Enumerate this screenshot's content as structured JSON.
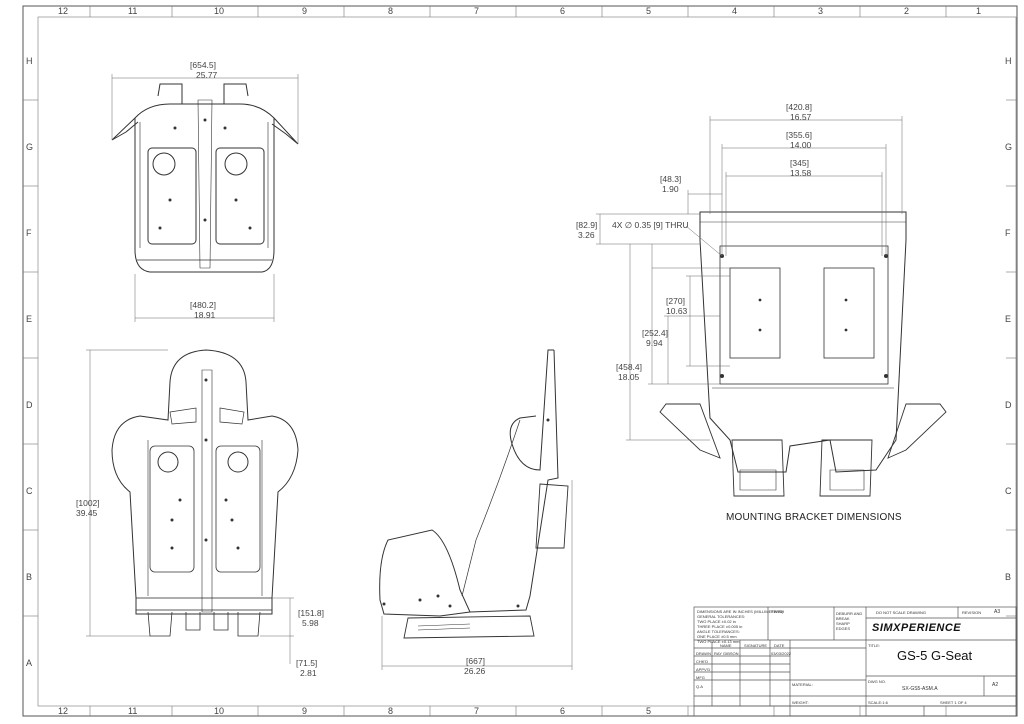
{
  "border": {
    "columns": [
      "12",
      "11",
      "10",
      "9",
      "8",
      "7",
      "6",
      "5",
      "4",
      "3",
      "2",
      "1"
    ],
    "rows": [
      "H",
      "G",
      "F",
      "E",
      "D",
      "C",
      "B",
      "A"
    ]
  },
  "views": {
    "top": {
      "width_mm": "654.5",
      "width_in": "25.77",
      "base_mm": "480.2",
      "base_in": "18.91"
    },
    "front": {
      "height_mm": "1002",
      "height_in": "39.45",
      "base_mm": "151.8",
      "base_in": "5.98",
      "foot_mm": "71.5",
      "foot_in": "2.81"
    },
    "side": {
      "length_mm": "667",
      "length_in": "26.26"
    },
    "bracket": {
      "title": "MOUNTING BRACKET DIMENSIONS",
      "w1_mm": "420.8",
      "w1_in": "16.57",
      "w2_mm": "355.6",
      "w2_in": "14.00",
      "w3_mm": "345",
      "w3_in": "13.58",
      "off_mm": "48.3",
      "off_in": "1.90",
      "top_mm": "82.9",
      "top_in": "3.26",
      "hole_note": "4X ∅ 0.35 [9]  THRU",
      "h1_mm": "270",
      "h1_in": "10.63",
      "h2_mm": "252.4",
      "h2_in": "9.94",
      "h3_mm": "458.4",
      "h3_in": "18.05"
    }
  },
  "title_block": {
    "notes": [
      "DIMENSIONS ARE IN INCHES (MILLIMETERS)",
      "GENERAL TOLERANCES:",
      "TWO PLACE  ±0.02 in",
      "THREE PLACE  ±0.005 in",
      "ANGLE TOLERANCES:",
      "ONE PLACE  ±0.5 mm",
      "TWO PLACE  ±0.13 mm"
    ],
    "finish": "FINISH",
    "deburr": "DEBURR AND BREAK SHARP EDGES",
    "do_not_scale": "DO NOT SCALE DRAWING",
    "revision_label": "REVISION",
    "revision": "A3",
    "logo": "SIMXPERIENCE",
    "title_label": "TITLE:",
    "title": "GS-5 G-Seat",
    "col_name": "NAME",
    "col_sig": "SIGNATURE",
    "col_date": "DATE",
    "drawn": "DRAWN",
    "drawn_by": "RAY GIBSON",
    "drawn_date": "03/03/2022",
    "chkd": "CHK'D",
    "appvd": "APPV'D",
    "mfg": "MFG",
    "qa": "Q.A",
    "material": "MATERIAL:",
    "dwg_label": "DWG NO.",
    "dwg": "SX-GS5-ASM.A",
    "size": "A2",
    "weight": "WEIGHT:",
    "scale": "SCALE:1:6",
    "sheet": "SHEET 1 OF 4"
  }
}
